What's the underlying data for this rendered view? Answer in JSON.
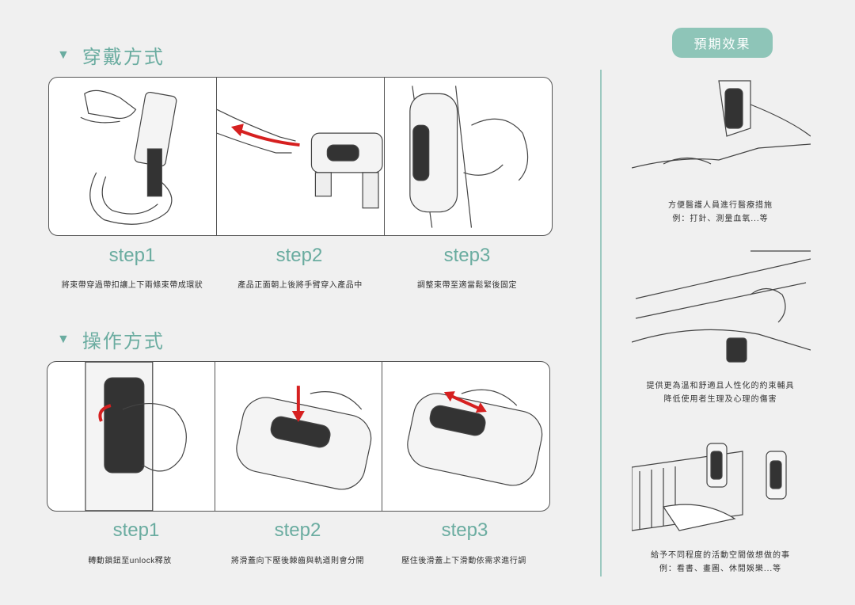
{
  "wear_section": {
    "title": "穿戴方式",
    "steps": [
      {
        "label": "step1",
        "desc": "將束帶穿過帶扣讓上下兩條束帶成環狀"
      },
      {
        "label": "step2",
        "desc": "產品正面朝上後將手臂穿入產品中"
      },
      {
        "label": "step3",
        "desc": "調整束帶至適當鬆緊後固定"
      }
    ]
  },
  "operate_section": {
    "title": "操作方式",
    "steps": [
      {
        "label": "step1",
        "desc": "轉動鎖鈕至unlock釋放"
      },
      {
        "label": "step2",
        "desc": "將滑蓋向下壓後棘齒與軌道則會分開"
      },
      {
        "label": "step3",
        "desc": "壓住後滑蓋上下滑動依需求進行調"
      }
    ]
  },
  "effects": {
    "badge": "預期效果",
    "items": [
      {
        "line1": "方便醫護人員進行醫療措施",
        "line2": "例：打針、測量血氧...等"
      },
      {
        "line1": "提供更為溫和舒適且人性化的約束輔具",
        "line2": "降低使用者生理及心理的傷害"
      },
      {
        "line1": "給予不同程度的活動空間做想做的事",
        "line2": "例：看書、畫圖、休閒娛樂...等"
      }
    ]
  },
  "colors": {
    "accent": "#6aaca0",
    "badge_bg": "#8ec5b8",
    "arrow": "#d62020"
  }
}
